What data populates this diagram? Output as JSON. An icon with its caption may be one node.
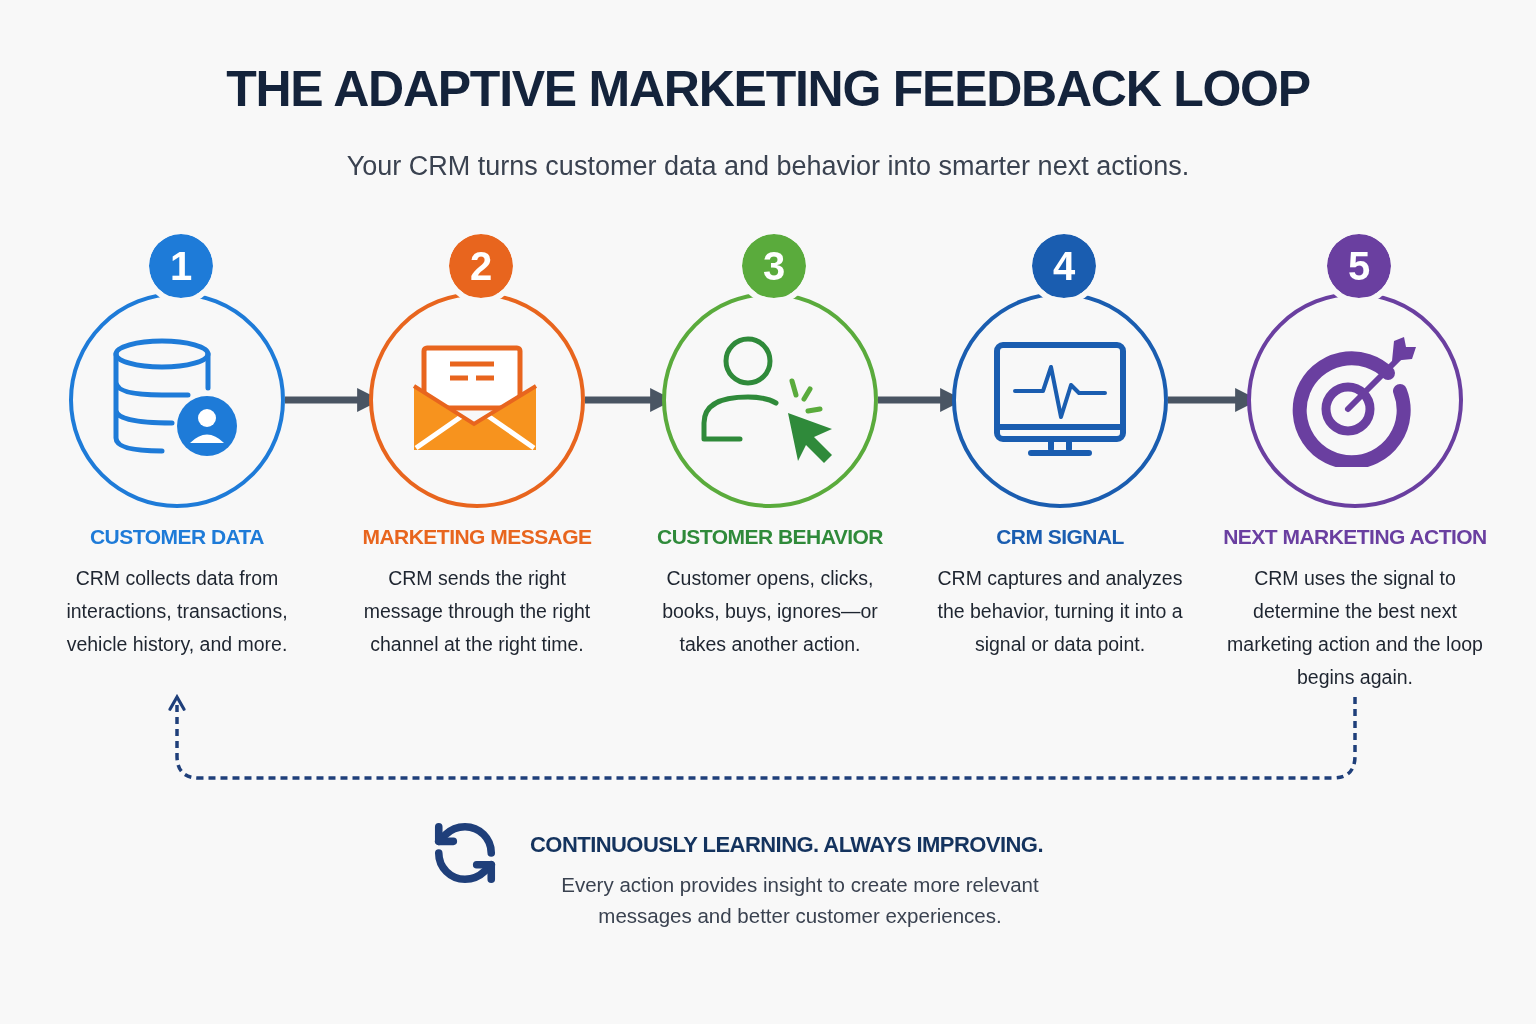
{
  "diagram": {
    "title": "THE ADAPTIVE MARKETING FEEDBACK LOOP",
    "nodes": [
      {
        "text": [
          "CUSTOMER DATA",
          "CRM collects data from interactions, transactions, vehicle history, and more."
        ]
      },
      {
        "text": [
          "1"
        ],
        "in": 0
      },
      {
        "text": [
          "MARKETING MESSAGE",
          "CRM sends the right message through the right channel at the right time."
        ]
      },
      {
        "text": [
          "2"
        ],
        "in": 2
      },
      {
        "text": [
          "CUSTOMER BEHAVIOR",
          "Customer opens, clicks, books, buys, ignores—or takes another action."
        ]
      },
      {
        "text": [
          "3"
        ],
        "in": 4
      },
      {
        "text": [
          "CRM SIGNAL",
          "CRM captures and analyzes the behavior, turning it into a signal or data point."
        ]
      },
      {
        "text": [
          "4"
        ],
        "in": 6
      },
      {
        "text": [
          "NEXT MARKETING ACTION",
          "CRM uses the signal to determine the best next marketing action and the loop begins again."
        ]
      },
      {
        "text": [
          "5"
        ],
        "in": 8
      }
    ],
    "edges": [
      {
        "from": 1,
        "to": 3,
        "arrow": "to"
      },
      {
        "from": 3,
        "to": 5,
        "arrow": "to"
      },
      {
        "from": 5,
        "to": 7,
        "arrow": "to"
      },
      {
        "from": 7,
        "to": 9,
        "arrow": "to"
      },
      {
        "from": 8,
        "to": 0,
        "arrow": "to",
        "style": "dashed",
        "color": "#1f3f7a"
      }
    ],
    "labels": [
      "Your CRM turns customer data and behavior into smarter next actions.",
      "CONTINUOUSLY LEARNING. ALWAYS IMPROVING.",
      "Every action provides insight to create more relevant messages and better customer experiences."
    ]
  }
}
